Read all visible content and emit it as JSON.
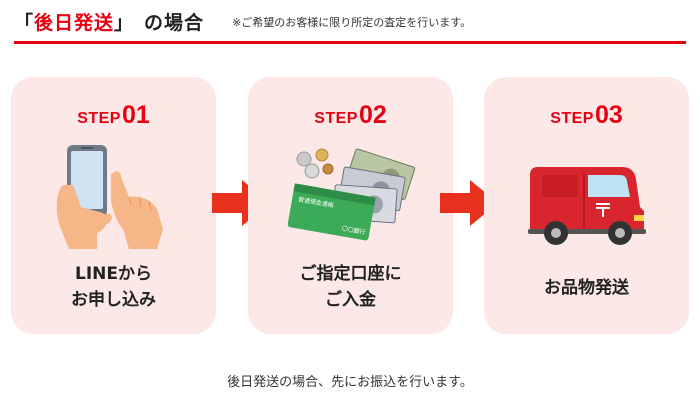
{
  "header": {
    "open_bracket": "「",
    "title_accent": "後日発送",
    "close_bracket": "」",
    "title_rest": "の場合",
    "note": "※ご希望のお客様に限り所定の査定を行います。"
  },
  "steps": [
    {
      "step_word": "STEP",
      "step_number": "01",
      "line1": "LINEから",
      "line2": "お申し込み",
      "illustration": "hand-smartphone-icon"
    },
    {
      "step_word": "STEP",
      "step_number": "02",
      "line1": "ご指定口座に",
      "line2": "ご入金",
      "illustration": "money-bankbook-icon"
    },
    {
      "step_word": "STEP",
      "step_number": "03",
      "line1": "お品物発送",
      "line2": "",
      "illustration": "post-van-icon"
    }
  ],
  "illustration_text": {
    "bankbook": "普通預金通帳",
    "bank": "〇〇銀行"
  },
  "footer": {
    "text": "後日発送の場合、先にお振込を行います。"
  },
  "colors": {
    "accent": "#e60012",
    "card_bg": "#fde8e8",
    "arrow": "#e8311d"
  }
}
